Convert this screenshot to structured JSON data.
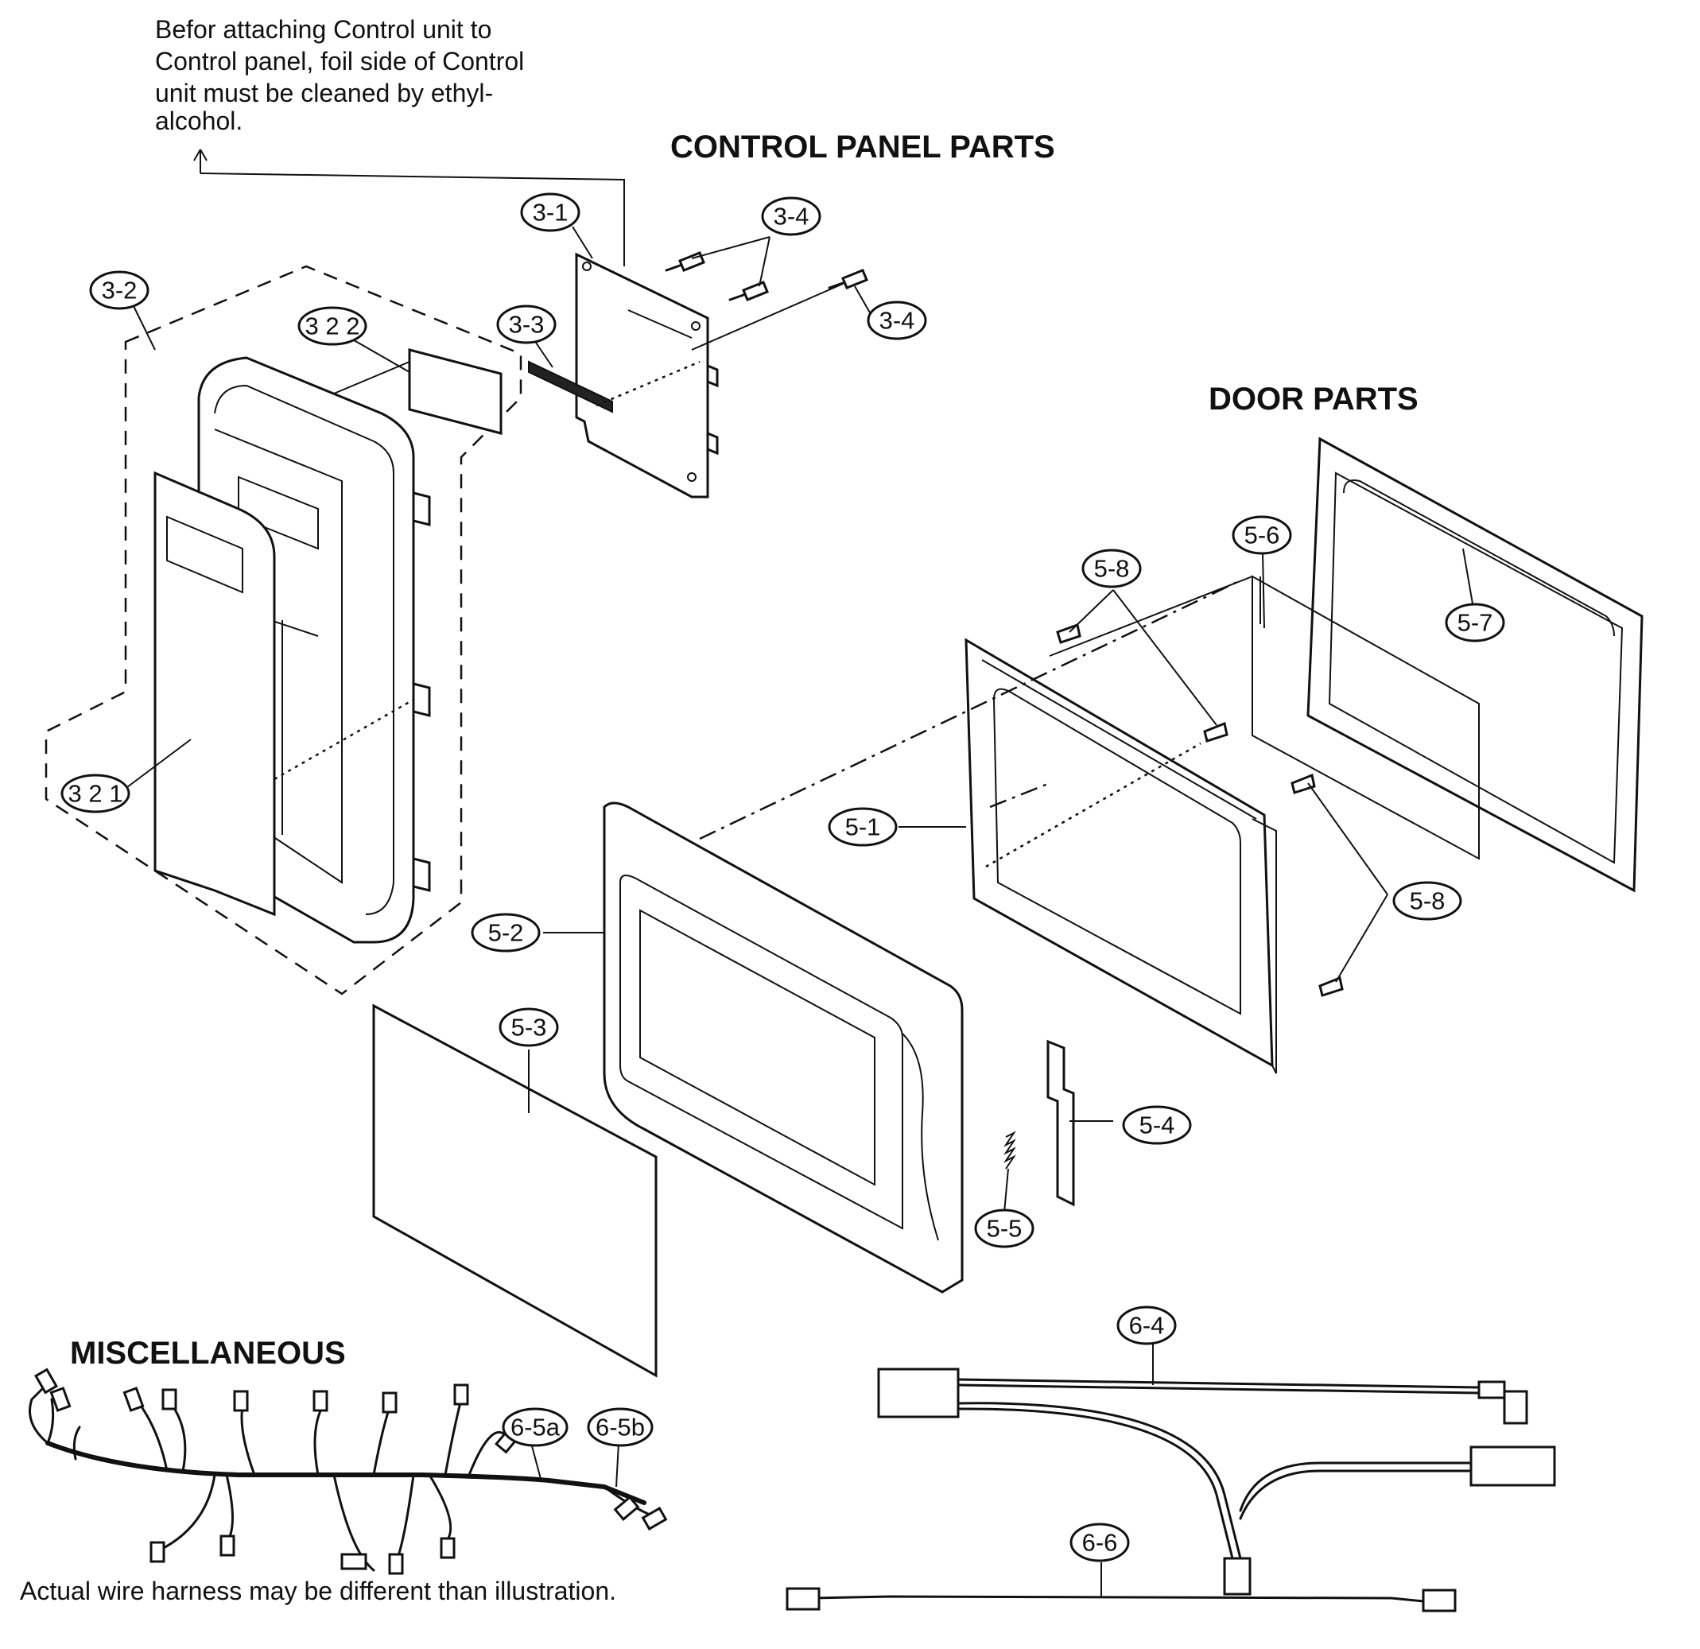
{
  "note": {
    "lines": [
      "Befor attaching Control unit to",
      "Control panel, foil side of Control",
      "unit must be cleaned by ethyl-",
      "alcohol."
    ]
  },
  "sections": {
    "control_panel": "CONTROL PANEL PARTS",
    "door": "DOOR PARTS",
    "misc": "MISCELLANEOUS"
  },
  "labels": {
    "p3_1": "3-1",
    "p3_2": "3-2",
    "p3_2_2": "3 2 2",
    "p3_2_1": "3 2 1",
    "p3_3": "3-3",
    "p3_4a": "3-4",
    "p3_4b": "3-4",
    "p5_1": "5-1",
    "p5_2": "5-2",
    "p5_3": "5-3",
    "p5_4": "5-4",
    "p5_5": "5-5",
    "p5_6": "5-6",
    "p5_7": "5-7",
    "p5_8a": "5-8",
    "p5_8b": "5-8",
    "p6_4": "6-4",
    "p6_5a": "6-5a",
    "p6_5b": "6-5b",
    "p6_6": "6-6"
  },
  "footer_note": "Actual wire harness may be different than illustration.",
  "colors": {
    "ink": "#111111",
    "paper": "#ffffff"
  }
}
